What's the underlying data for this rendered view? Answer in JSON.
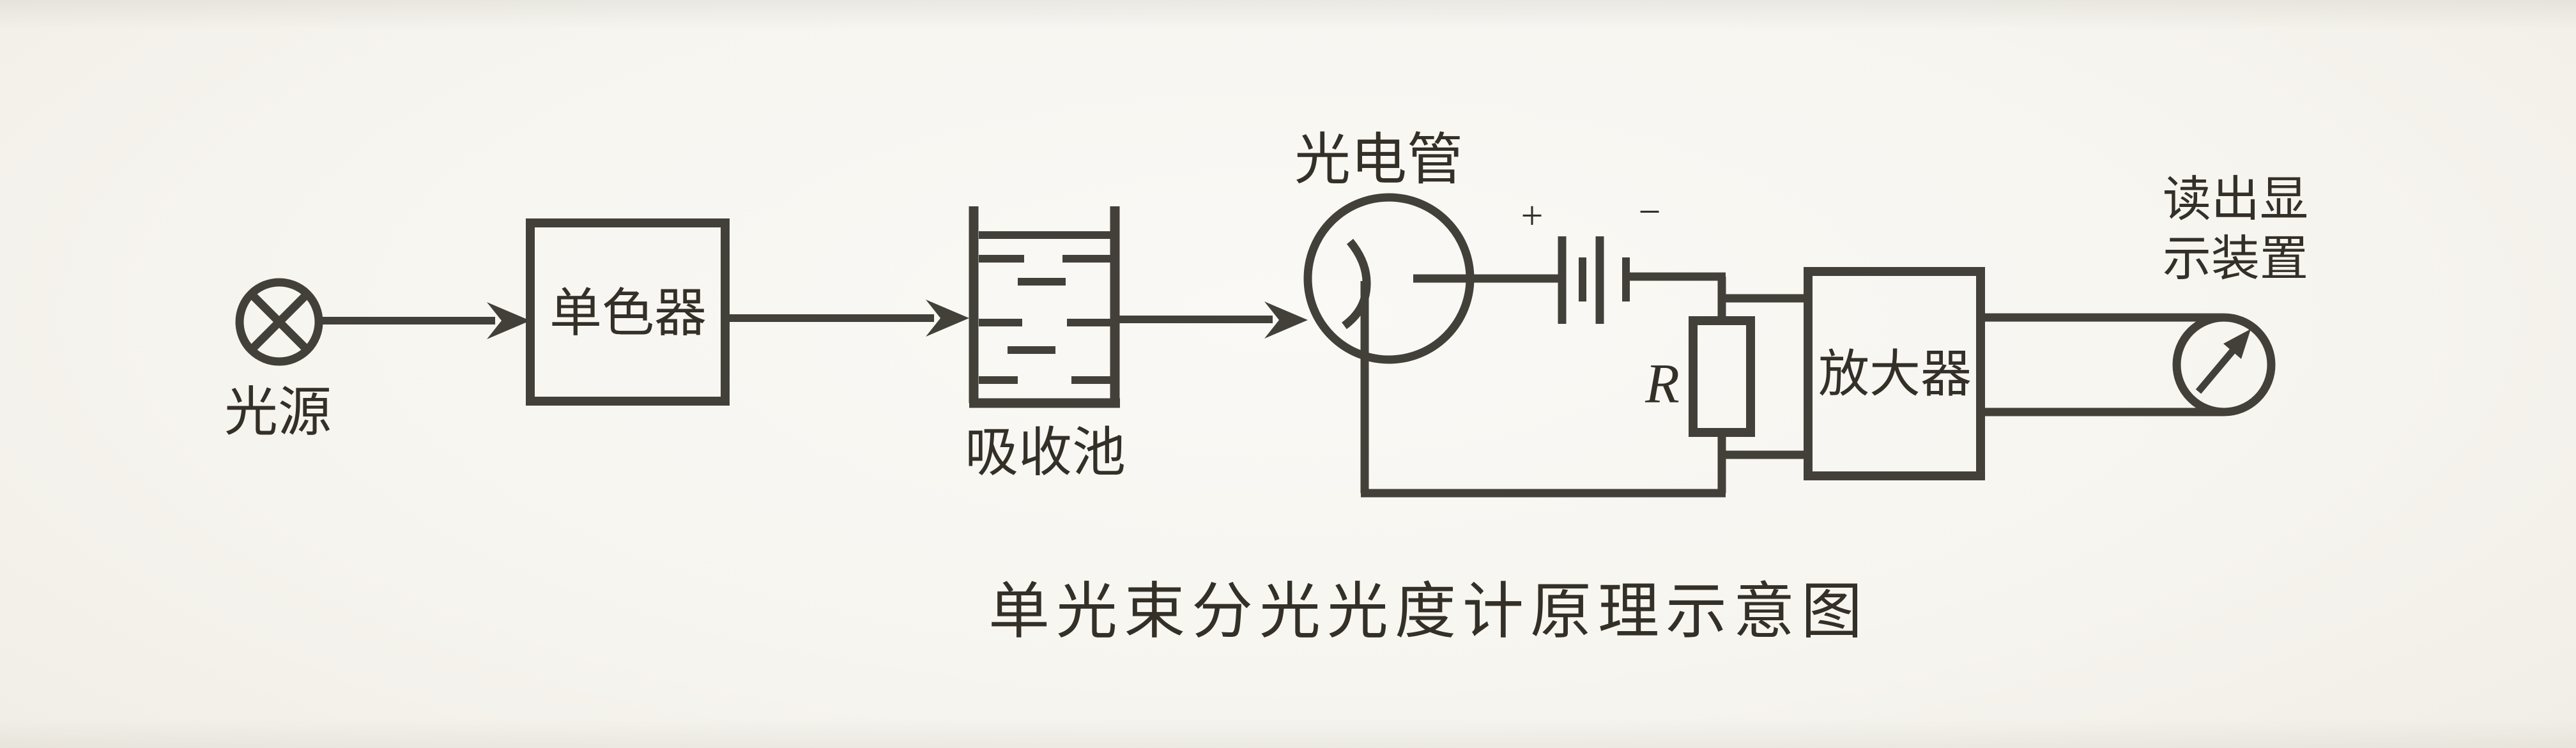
{
  "figure": {
    "caption": "单光束分光光度计原理示意图",
    "light_source": {
      "label": "光源"
    },
    "monochromator": {
      "label": "单色器"
    },
    "absorption_cell": {
      "label": "吸收池"
    },
    "phototube": {
      "label": "光电管"
    },
    "battery": {
      "plus": "+",
      "minus": "−"
    },
    "resistor": {
      "label": "R"
    },
    "amplifier": {
      "label": "放大器"
    },
    "readout_display": {
      "label_line1": "读出显",
      "label_line2": "示装置"
    },
    "colors": {
      "ink": "#43403a",
      "text": "#343028",
      "paper": "#f7f5f0"
    }
  }
}
